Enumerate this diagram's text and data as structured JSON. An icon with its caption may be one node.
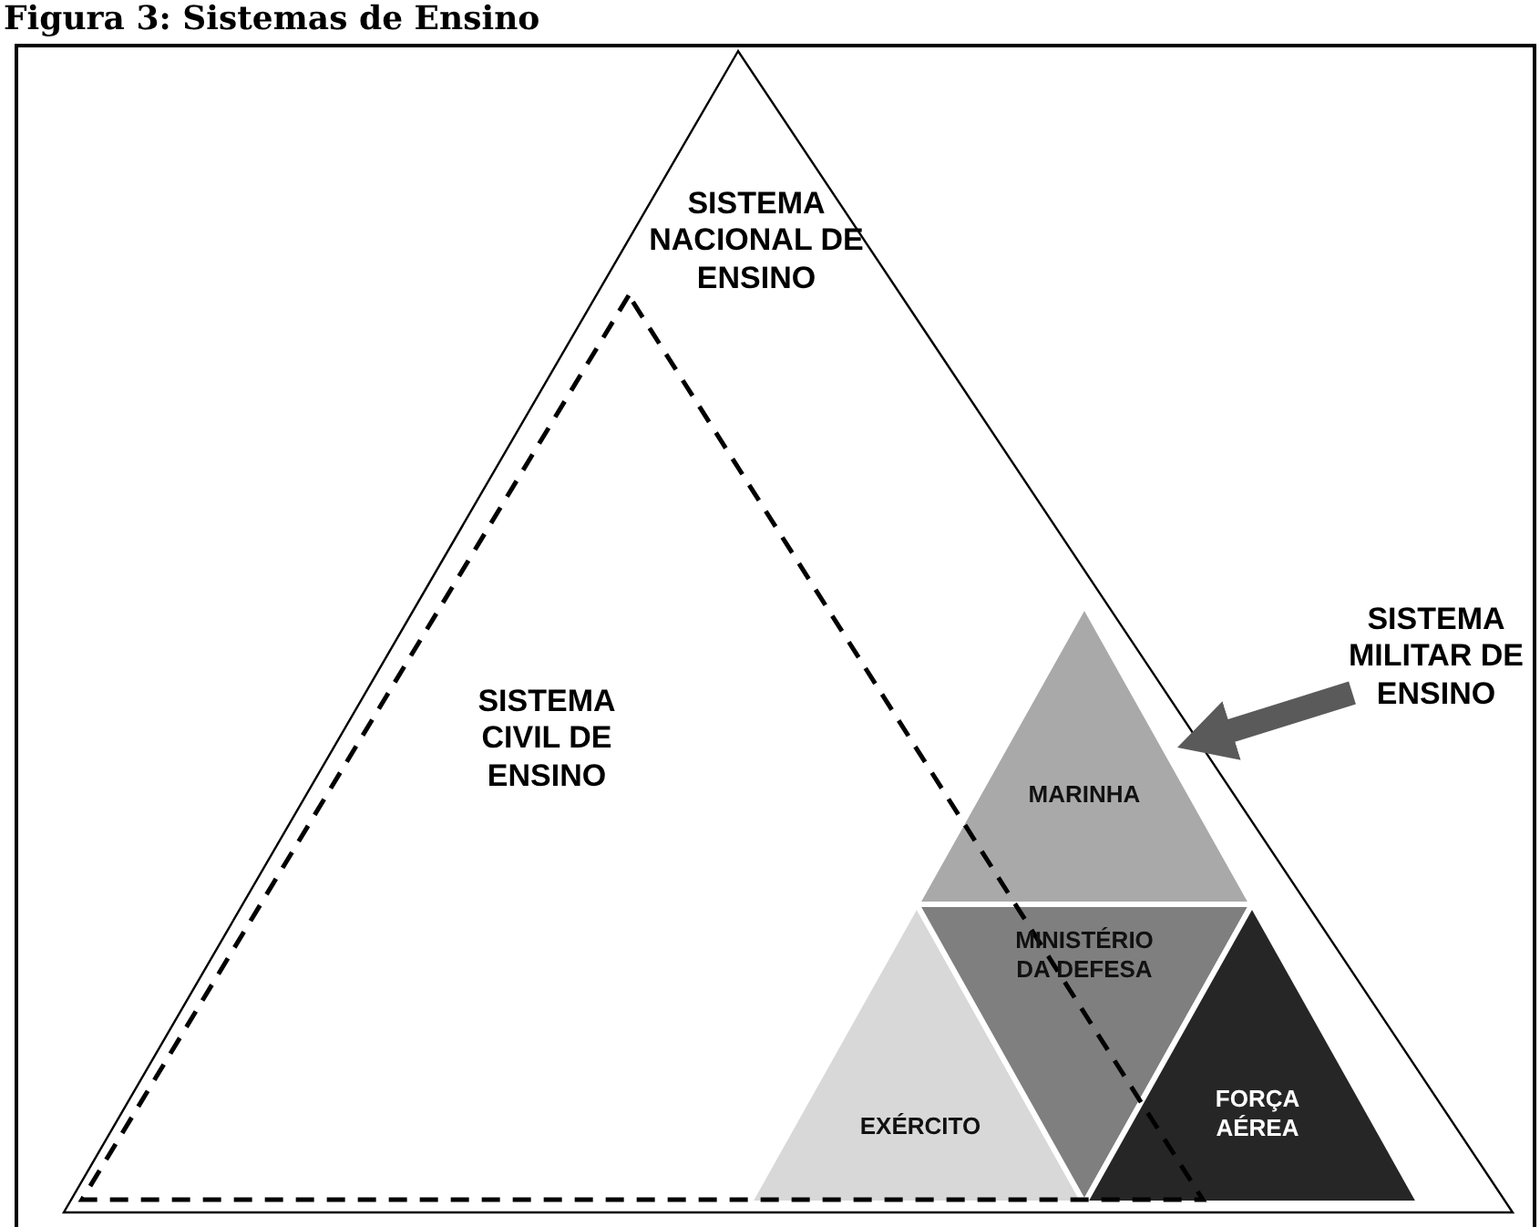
{
  "diagram": {
    "title": "Figura 3: Sistemas de Ensino",
    "nodes": [
      {
        "text": [
          "SISTEMA NACIONAL DE ENSINO"
        ]
      },
      {
        "text": [
          "SISTEMA CIVIL DE ENSINO"
        ],
        "in": 0
      },
      {
        "text": [
          "MARINHA"
        ],
        "in": 0
      },
      {
        "text": [
          "EXÉRCITO"
        ],
        "in": 1
      },
      {
        "text": [
          "MINISTÉRIO DA DEFESA"
        ],
        "in": 0
      },
      {
        "text": [
          "FORÇA AÉREA"
        ],
        "in": 0
      },
      {
        "text": [
          "SISTEMA MILITAR DE ENSINO"
        ]
      }
    ],
    "edges": [
      {
        "from": 6,
        "to": 2,
        "arrow": "to"
      }
    ]
  }
}
